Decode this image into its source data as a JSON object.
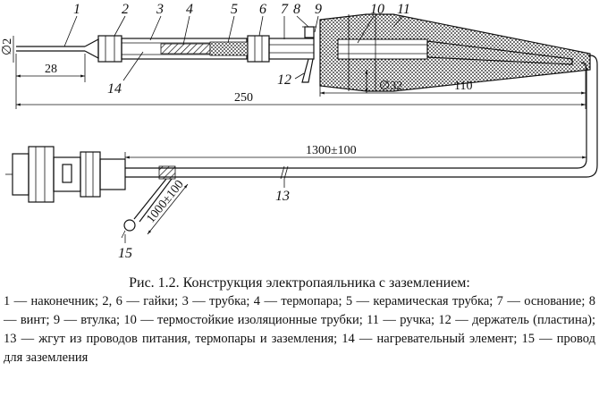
{
  "figure": {
    "callouts": {
      "c1": "1",
      "c2": "2",
      "c3": "3",
      "c4": "4",
      "c5": "5",
      "c6": "6",
      "c7": "7",
      "c8": "8",
      "c9": "9",
      "c10": "10",
      "c11": "11",
      "c12": "12",
      "c13": "13",
      "c14": "14",
      "c15": "15"
    },
    "dimensions": {
      "tip_diameter": "∅2",
      "tip_length": "28",
      "total_length": "250",
      "handle_diameter": "∅32",
      "handle_length": "110",
      "cable_length": "1300±100",
      "ground_wire_length": "1000±100"
    }
  },
  "caption": {
    "title": "Рис. 1.2. Конструкция электропаяльника с заземлением:",
    "body": "1 — наконечник; 2, 6 — гайки; 3 — трубка; 4 — термопара; 5 — керамическая трубка; 7 — основание; 8 — винт; 9 — втулка; 10 — термостойкие изоляционные трубки; 11 — ручка; 12 — держатель (пластина); 13 — жгут из проводов питания, термопары и заземления; 14 — нагревательный элемент; 15 — провод для заземления"
  }
}
